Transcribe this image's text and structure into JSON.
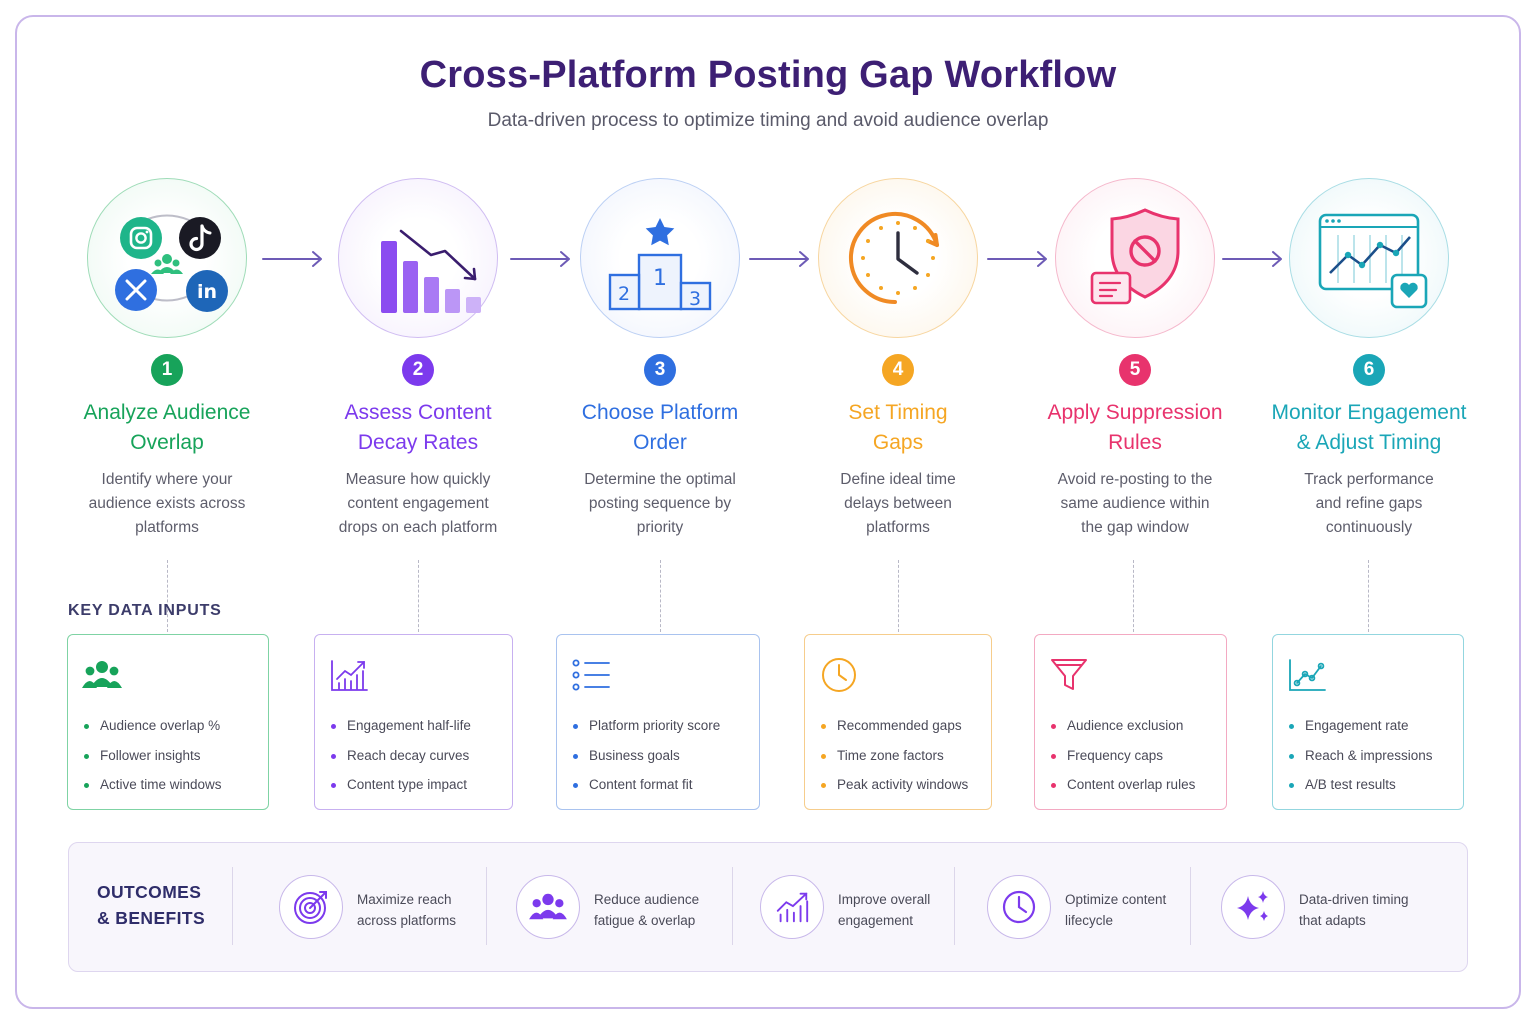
{
  "header": {
    "title": "Cross-Platform Posting Gap Workflow",
    "subtitle": "Data-driven process to optimize timing and avoid audience overlap"
  },
  "steps": [
    {
      "num": "1",
      "title": "Analyze Audience Overlap",
      "description": "Identify where your audience exists across platforms",
      "color": "#17a35a",
      "icon": "social-platforms-icon"
    },
    {
      "num": "2",
      "title": "Assess Content Decay Rates",
      "description": "Measure how quickly content engagement drops on each platform",
      "color": "#7c3aed",
      "icon": "decay-bar-chart-icon"
    },
    {
      "num": "3",
      "title": "Choose Platform Order",
      "description": "Determine the optimal posting sequence by priority",
      "color": "#2f6fe0",
      "icon": "podium-icon"
    },
    {
      "num": "4",
      "title": "Set Timing Gaps",
      "description": "Define ideal time delays between platforms",
      "color": "#f5a623",
      "icon": "clock-icon"
    },
    {
      "num": "5",
      "title": "Apply Suppression Rules",
      "description": "Avoid re-posting to the same audience within the gap window",
      "color": "#e8336d",
      "icon": "shield-block-icon"
    },
    {
      "num": "6",
      "title": "Monitor Engagement & Adjust Timing",
      "description": "Track performance and refine gaps continuously",
      "color": "#1aa6b7",
      "icon": "analytics-dashboard-icon"
    }
  ],
  "key_inputs_label": "KEY DATA INPUTS",
  "inputs": [
    {
      "icon": "audience-icon",
      "items": [
        "Audience overlap %",
        "Follower insights",
        "Active time windows"
      ],
      "color": "#17a35a"
    },
    {
      "icon": "growth-chart-icon",
      "items": [
        "Engagement half-life",
        "Reach decay curves",
        "Content type impact"
      ],
      "color": "#7c3aed"
    },
    {
      "icon": "priority-list-icon",
      "items": [
        "Platform priority score",
        "Business goals",
        "Content format fit"
      ],
      "color": "#2f6fe0"
    },
    {
      "icon": "clock-icon",
      "items": [
        "Recommended gaps",
        "Time zone factors",
        "Peak activity windows"
      ],
      "color": "#f5a623"
    },
    {
      "icon": "filter-icon",
      "items": [
        "Audience exclusion",
        "Frequency caps",
        "Content overlap rules"
      ],
      "color": "#e8336d"
    },
    {
      "icon": "line-chart-icon",
      "items": [
        "Engagement rate",
        "Reach & impressions",
        "A/B test results"
      ],
      "color": "#1aa6b7"
    }
  ],
  "outcomes": {
    "title": "OUTCOMES & BENEFITS",
    "items": [
      {
        "icon": "target-icon",
        "text": "Maximize reach across platforms"
      },
      {
        "icon": "group-icon",
        "text": "Reduce audience fatigue & overlap"
      },
      {
        "icon": "growth-chart-icon",
        "text": "Improve overall engagement"
      },
      {
        "icon": "clock-icon",
        "text": "Optimize content lifecycle"
      },
      {
        "icon": "sparkles-icon",
        "text": "Data-driven timing that adapts"
      }
    ],
    "accent": "#7c3aed"
  }
}
